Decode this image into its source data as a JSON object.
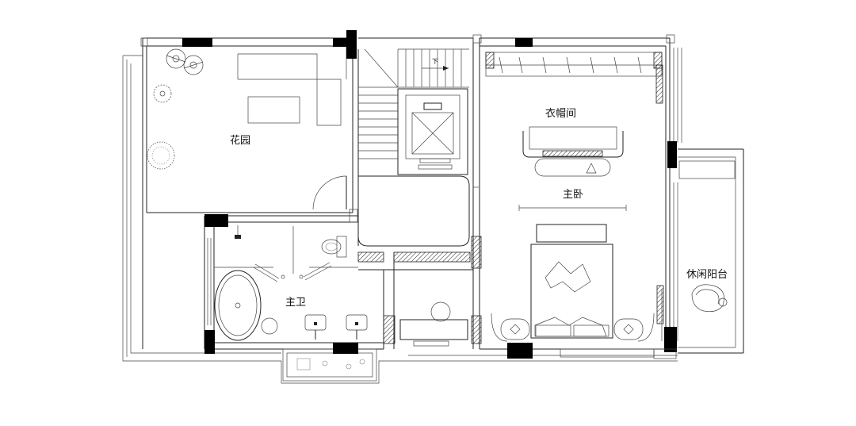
{
  "rooms": {
    "garden": "花园",
    "cloakroom": "衣帽间",
    "master_bedroom": "主卧",
    "master_bath": "主卫",
    "leisure_balcony": "休闲阳台"
  },
  "stair": {
    "down_label": "下"
  }
}
